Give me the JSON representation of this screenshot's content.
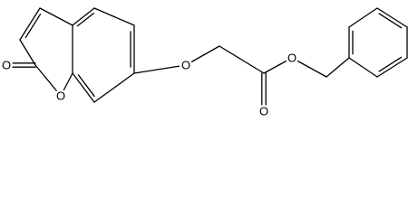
{
  "molecule": {
    "atoms": [
      {
        "element": "O",
        "role": "carbonyl-oxygen-lactone"
      },
      {
        "element": "O",
        "role": "ring-oxygen"
      },
      {
        "element": "O",
        "role": "ether-oxygen"
      },
      {
        "element": "O",
        "role": "carbonyl-oxygen-ester"
      },
      {
        "element": "O",
        "role": "ester-oxygen"
      }
    ]
  },
  "colors": {
    "bond": "#000000",
    "label": "#000000",
    "background": "#ffffff"
  }
}
